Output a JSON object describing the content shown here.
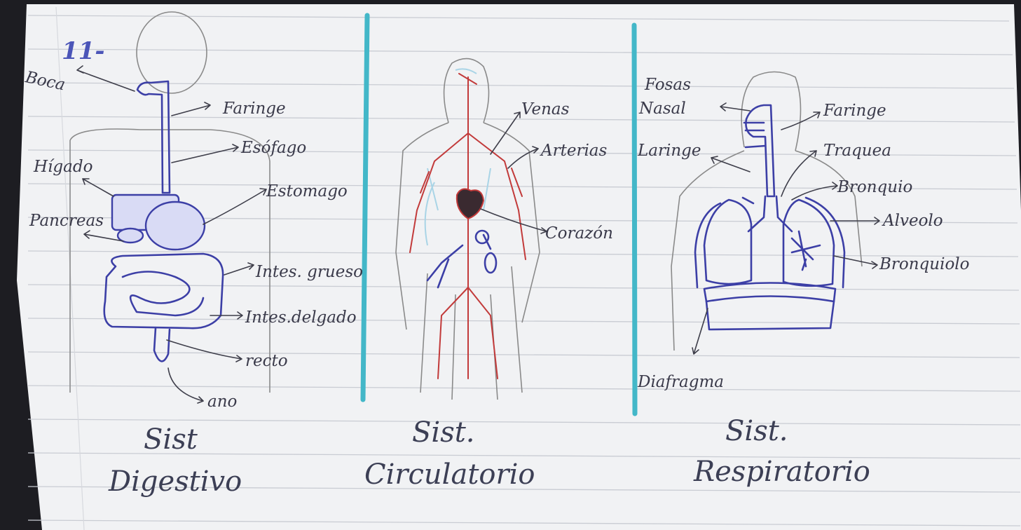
{
  "page_number": "11-",
  "panels": {
    "digestive": {
      "title_line1": "Sist",
      "title_line2": "Digestivo",
      "labels": {
        "boca": "Boca",
        "faringe": "Faringe",
        "esofago": "Esófago",
        "higado": "Hígado",
        "estomago": "Estomago",
        "pancreas": "Pancreas",
        "intes_grueso": "Intes. grueso",
        "intes_delgado": "Intes.delgado",
        "recto": "recto",
        "ano": "ano"
      }
    },
    "circulatory": {
      "title_line1": "Sist.",
      "title_line2": "Circulatorio",
      "labels": {
        "venas": "Venas",
        "arterias": "Arterias",
        "corazon": "Corazón"
      }
    },
    "respiratory": {
      "title_line1": "Sist.",
      "title_line2": "Respiratorio",
      "labels": {
        "fosas": "Fosas",
        "nasal": "Nasal",
        "faringe": "Faringe",
        "laringe": "Laringe",
        "traquea": "Traquea",
        "bronquio": "Bronquio",
        "alveolo": "Alveolo",
        "bronquiolo": "Bronquiolo",
        "diafragma": "Diafragma"
      }
    }
  },
  "colors": {
    "paper": "#f1f2f4",
    "ruled_line": "#c9ccd3",
    "divider": "#43b7c8",
    "ink_blue": "#3c3fa6",
    "ink_red": "#c23a3a",
    "pencil": "#8a8a8a"
  }
}
